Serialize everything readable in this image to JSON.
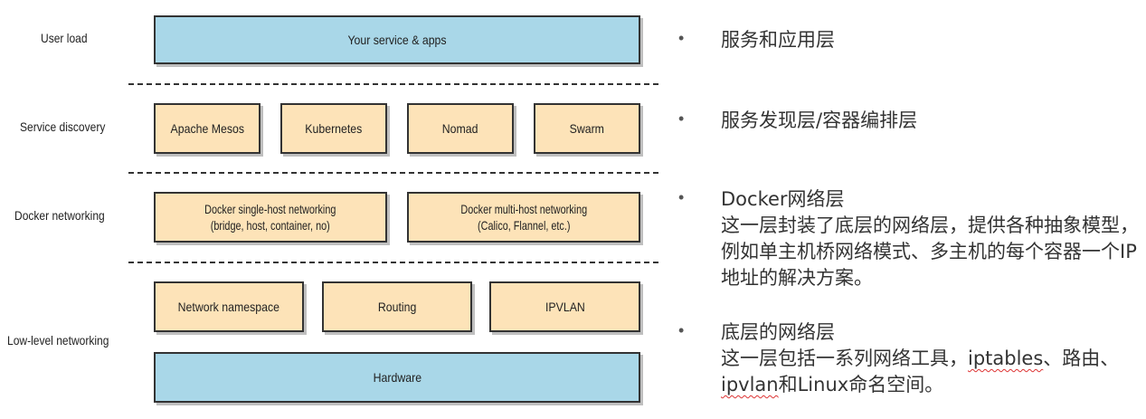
{
  "diagram": {
    "layers": [
      {
        "label": "User load",
        "boxes": [
          "Your service & apps"
        ]
      },
      {
        "label": "Service discovery",
        "boxes": [
          "Apache Mesos",
          "Kubernetes",
          "Nomad",
          "Swarm"
        ]
      },
      {
        "label": "Docker networking",
        "boxes": [
          {
            "line1": "Docker single-host networking",
            "line2": "(bridge, host, container, no)"
          },
          {
            "line1": "Docker multi-host networking",
            "line2": "(Calico, Flannel, etc.)"
          }
        ]
      },
      {
        "label": "Low-level networking",
        "boxes": [
          "Network namespace",
          "Routing",
          "IPVLAN",
          "Hardware"
        ]
      }
    ],
    "colors": {
      "top_bottom_fill": "#a9d7e8",
      "middle_fill": "#fde3b8",
      "border": "#333333"
    }
  },
  "bullets": [
    {
      "title": "服务和应用层"
    },
    {
      "title": "服务发现层/容器编排层"
    },
    {
      "title": "Docker网络层",
      "body": "这一层封装了底层的网络层，提供各种抽象模型，例如单主机桥网络模式、多主机的每个容器一个IP地址的解决方案。"
    },
    {
      "title": "底层的网络层",
      "body_pre": "这一层包括一系列网络工具，",
      "body_term1": "iptables",
      "body_mid": "、路由、",
      "body_term2": "ipvlan",
      "body_post": "和Linux命名空间。"
    }
  ],
  "bullet_symbol": "•"
}
